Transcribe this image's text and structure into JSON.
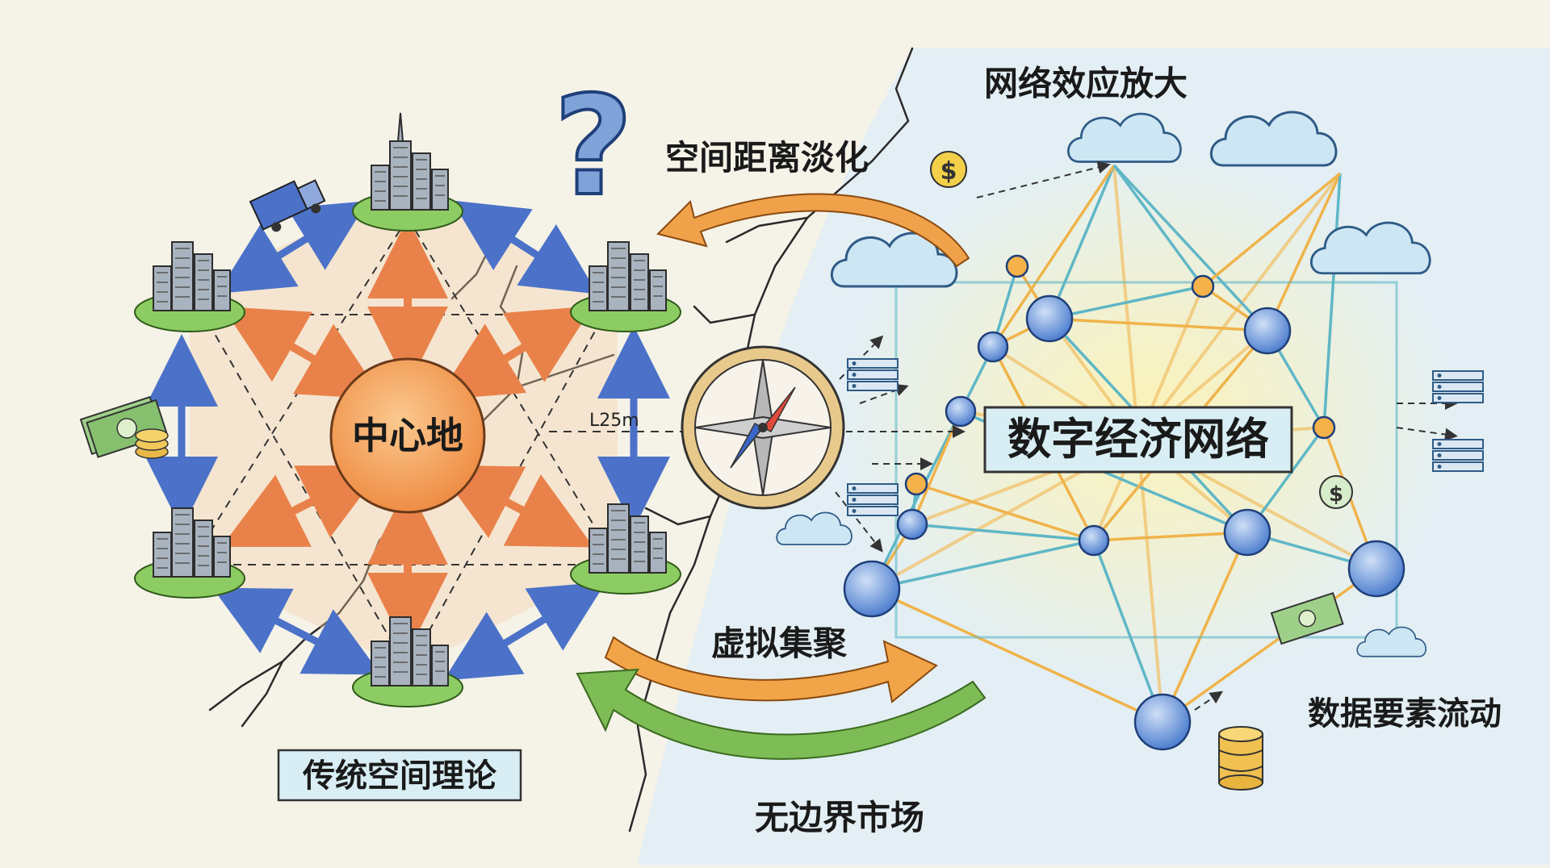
{
  "labels": {
    "center_place": "中心地",
    "traditional_theory": "传统空间理论",
    "digital_network": "数字经济网络",
    "distance_fades": "空间距离淡化",
    "network_effect": "网络效应放大",
    "virtual_agglomeration": "虚拟集聚",
    "borderless_market": "无边界市场",
    "data_flow": "数据要素流动",
    "distance_tag": "L25m",
    "question_mark": "?",
    "dollar_symbol": "$"
  },
  "colors": {
    "background": "#f5f2e8",
    "orange": "#e9824a",
    "blue": "#4b72c8",
    "green": "#6bb04a",
    "amber_arrow": "#f0a24a",
    "network_yellow": "#f2c26a",
    "network_teal": "#5fb7c6",
    "label_box": "#d8eef4",
    "node_blue": "#5a86cf"
  },
  "icons": [
    "city-icon",
    "truck-icon",
    "cash-icon",
    "coins-icon",
    "compass-icon",
    "cloud-icon",
    "server-icon",
    "database-icon",
    "question-icon",
    "dollar-icon"
  ]
}
